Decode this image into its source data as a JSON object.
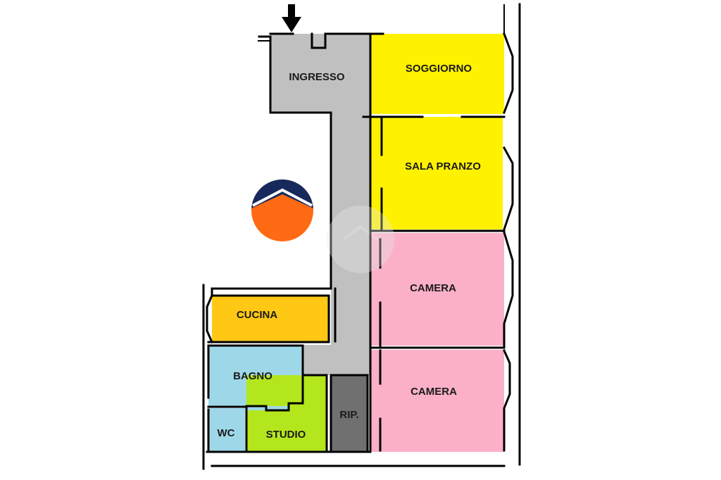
{
  "rooms": {
    "ingresso": {
      "label": "INGRESSO",
      "color": "#c0c0c0"
    },
    "soggiorno": {
      "label": "SOGGIORNO",
      "color": "#fff200"
    },
    "sala_pranzo": {
      "label": "SALA PRANZO",
      "color": "#fff200"
    },
    "camera_1": {
      "label": "CAMERA",
      "color": "#fbb0c8"
    },
    "camera_2": {
      "label": "CAMERA",
      "color": "#fbb0c8"
    },
    "cucina": {
      "label": "CUCINA",
      "color": "#fec815"
    },
    "bagno": {
      "label": "BAGNO",
      "color": "#9ed8e8"
    },
    "wc": {
      "label": "WC",
      "color": "#9ed8e8"
    },
    "studio": {
      "label": "STUDIO",
      "color": "#b4e61e"
    },
    "ripostiglio": {
      "label": "RIP.",
      "color": "#707070"
    },
    "corridor": {
      "color": "#c0c0c0"
    }
  },
  "entrance_arrow": {
    "icon": "down-arrow-icon"
  },
  "logo": {
    "icon": "agency-logo",
    "top_color": "#16295c",
    "bottom_color": "#ff6a14"
  }
}
